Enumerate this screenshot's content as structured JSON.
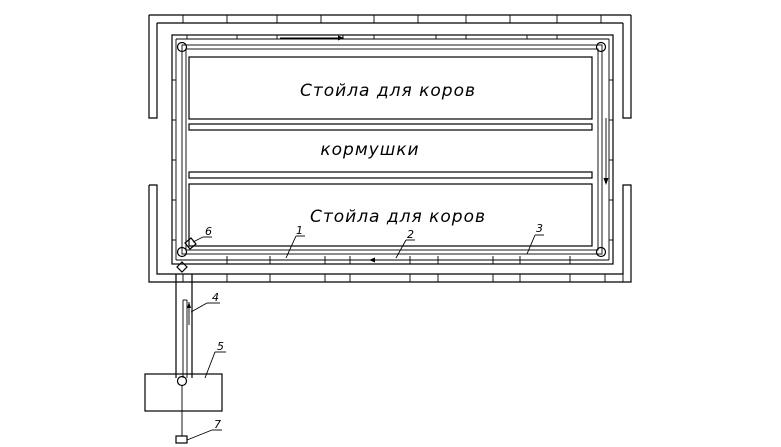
{
  "labels": {
    "stall_top": "Стойла для коров",
    "feeders": "кормушки",
    "stall_bottom": "Стойла для коров"
  },
  "callouts": [
    "1",
    "2",
    "3",
    "4",
    "5",
    "6",
    "7"
  ]
}
